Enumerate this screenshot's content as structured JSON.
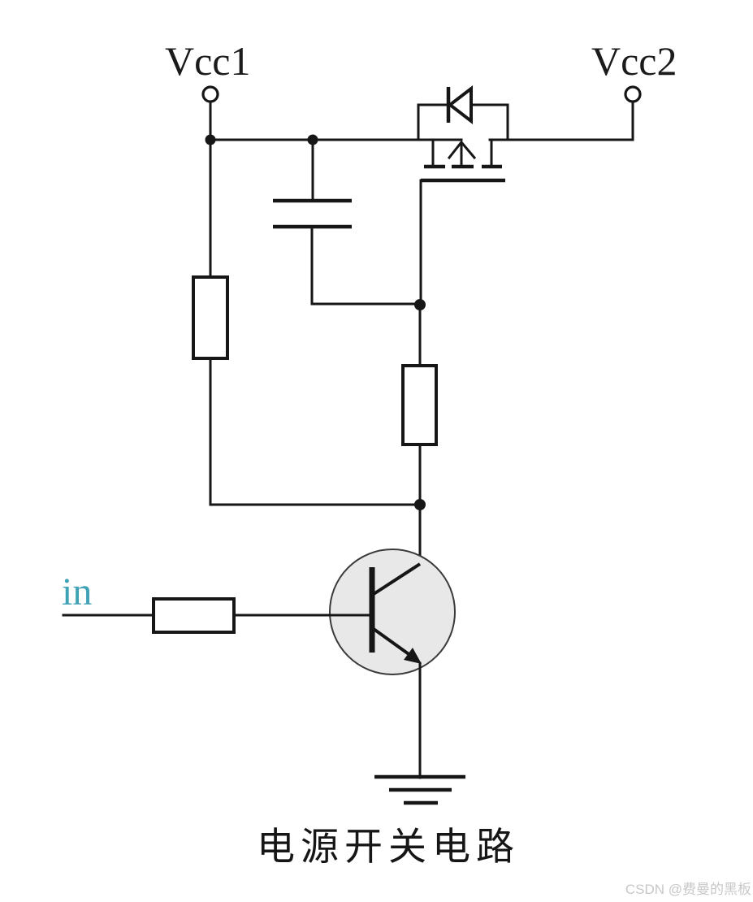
{
  "diagram": {
    "title": "电源开关电路",
    "watermark": "CSDN @费曼的黑板",
    "labels": {
      "vcc1": "Vcc1",
      "vcc2": "Vcc2",
      "input": "in"
    },
    "colors": {
      "wire": "#161616",
      "input_label": "#3fa3b5",
      "transistor_fill": "#e8e8e8",
      "transistor_stroke": "#3a3a3a",
      "watermark": "#c8c8c8",
      "background": "#ffffff"
    },
    "components": [
      {
        "id": "vcc1-terminal",
        "type": "supply terminal",
        "net": "Vcc1"
      },
      {
        "id": "vcc2-terminal",
        "type": "supply terminal",
        "net": "Vcc2"
      },
      {
        "id": "pass-mosfet",
        "type": "P-channel MOSFET high-side switch"
      },
      {
        "id": "body-diode",
        "type": "diode across MOSFET source-drain"
      },
      {
        "id": "capacitor-c1",
        "type": "capacitor from Vcc1 rail to gate node"
      },
      {
        "id": "resistor-r1",
        "type": "resistor from Vcc1 rail to pull-down node"
      },
      {
        "id": "resistor-r2",
        "type": "resistor from gate node to pull-down node"
      },
      {
        "id": "resistor-r3",
        "type": "base resistor from input"
      },
      {
        "id": "npn-transistor",
        "type": "NPN bipolar transistor, emitter grounded"
      },
      {
        "id": "ground",
        "type": "earth ground symbol"
      }
    ]
  }
}
